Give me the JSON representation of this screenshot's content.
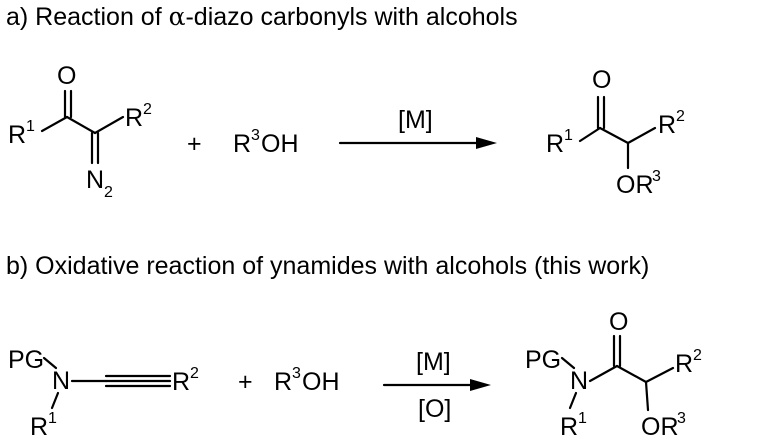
{
  "part_a": {
    "title_prefix": "a) Reaction of ",
    "title_symbol": "α",
    "title_suffix": "-diazo carbonyls with alcohols",
    "reactant1": {
      "oxygen": "O",
      "r1": "R",
      "r1_sup": "1",
      "r2": "R",
      "r2_sup": "2",
      "n2": "N",
      "n2_sub": "2"
    },
    "plus": "+",
    "reactant2": {
      "r": "R",
      "sup": "3",
      "oh": "OH"
    },
    "arrow_label": "[M]",
    "product": {
      "oxygen": "O",
      "r1": "R",
      "r1_sup": "1",
      "r2": "R",
      "r2_sup": "2",
      "or": "OR",
      "or_sup": "3"
    }
  },
  "part_b": {
    "title": "b) Oxidative reaction of ynamides with alcohols (this work)",
    "reactant1": {
      "pg": "PG",
      "n": "N",
      "r1": "R",
      "r1_sup": "1",
      "r2": "R",
      "r2_sup": "2"
    },
    "plus": "+",
    "reactant2": {
      "r": "R",
      "sup": "3",
      "oh": "OH"
    },
    "arrow_label_top": "[M]",
    "arrow_label_bottom": "[O]",
    "product": {
      "pg": "PG",
      "n": "N",
      "oxygen": "O",
      "r1": "R",
      "r1_sup": "1",
      "r2": "R",
      "r2_sup": "2",
      "or": "OR",
      "or_sup": "3"
    }
  }
}
